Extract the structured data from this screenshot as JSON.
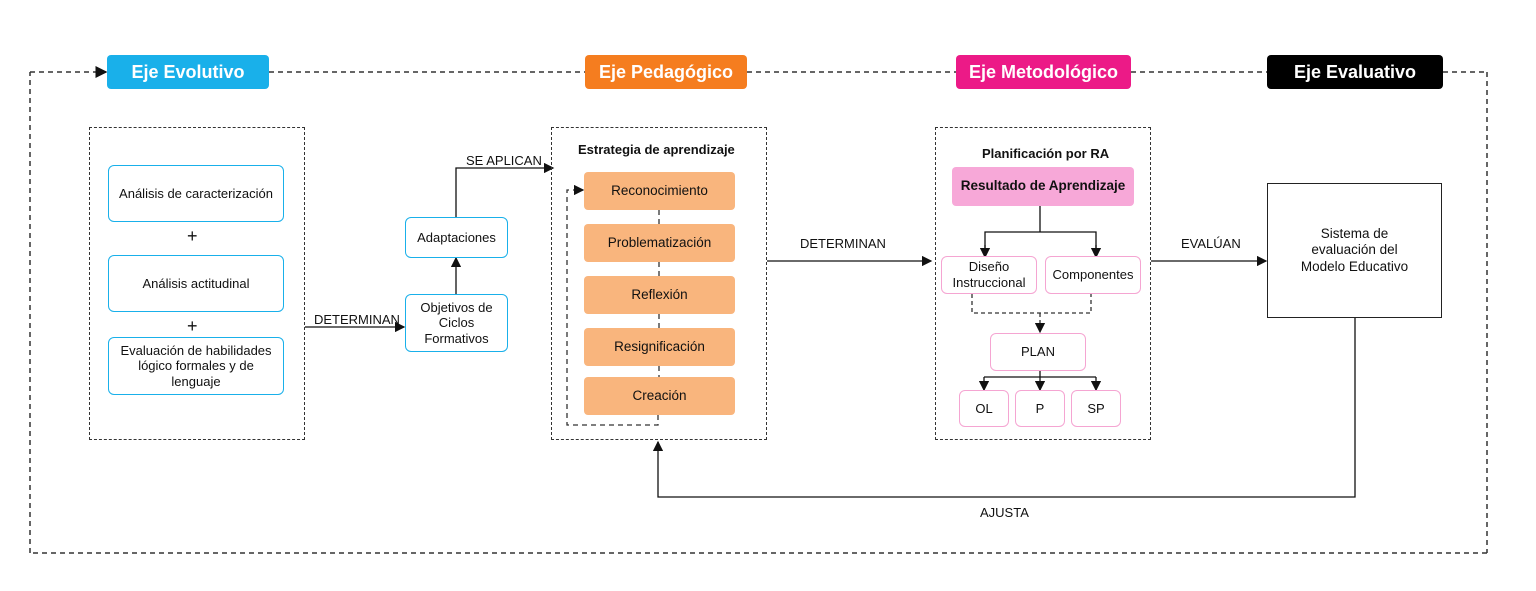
{
  "axes": {
    "evolutivo": "Eje Evolutivo",
    "pedagogico": "Eje Pedagógico",
    "metodologico": "Eje Metodológico",
    "evaluativo": "Eje Evaluativo"
  },
  "evolutivo": {
    "items": [
      "Análisis de caracterización",
      "Análisis actitudinal",
      "Evaluación de habilidades lógico formales y de lenguaje"
    ],
    "plus": "+"
  },
  "objetivos": {
    "objetivos": "Objetivos de Ciclos Formativos",
    "adaptaciones": "Adaptaciones"
  },
  "strategy": {
    "title": "Estrategia de aprendizaje",
    "steps": [
      "Reconocimiento",
      "Problematización",
      "Reflexión",
      "Resignificación",
      "Creación"
    ]
  },
  "planning": {
    "title": "Planificación por RA",
    "resultado": "Resultado de Aprendizaje",
    "diseno": "Diseño Instruccional",
    "componentes": "Componentes",
    "plan": "PLAN",
    "leaves": [
      "OL",
      "P",
      "SP"
    ]
  },
  "evaluation": {
    "system": "Sistema de evaluación del Modelo Educativo"
  },
  "connectors": {
    "determinan_1": "DETERMINAN",
    "se_aplican": "SE APLICAN",
    "determinan_2": "DETERMINAN",
    "evaluan": "EVALÚAN",
    "ajusta": "AJUSTA"
  },
  "colors": {
    "evolutivo": "#19b0ea",
    "pedagogico": "#f57d1f",
    "metodologico": "#ec1a87",
    "evaluativo": "#000000",
    "orange_box": "#f9b57d",
    "pink_box": "#f7a8d8",
    "pink_border": "#f5a5d2"
  }
}
